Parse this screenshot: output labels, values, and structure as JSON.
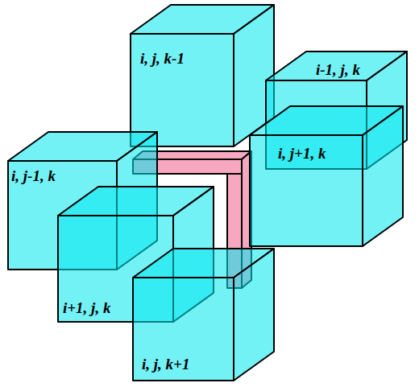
{
  "diagram": {
    "nodes": [
      {
        "text": [
          "i, j, k-1"
        ]
      },
      {
        "text": [
          "i-1, j, k"
        ]
      },
      {
        "text": [
          "i, j-1, k"
        ]
      },
      {
        "text": [
          "i, j+1, k"
        ]
      },
      {
        "text": [
          "i+1, j, k"
        ]
      },
      {
        "text": [
          "i, j, k+1"
        ]
      }
    ]
  }
}
